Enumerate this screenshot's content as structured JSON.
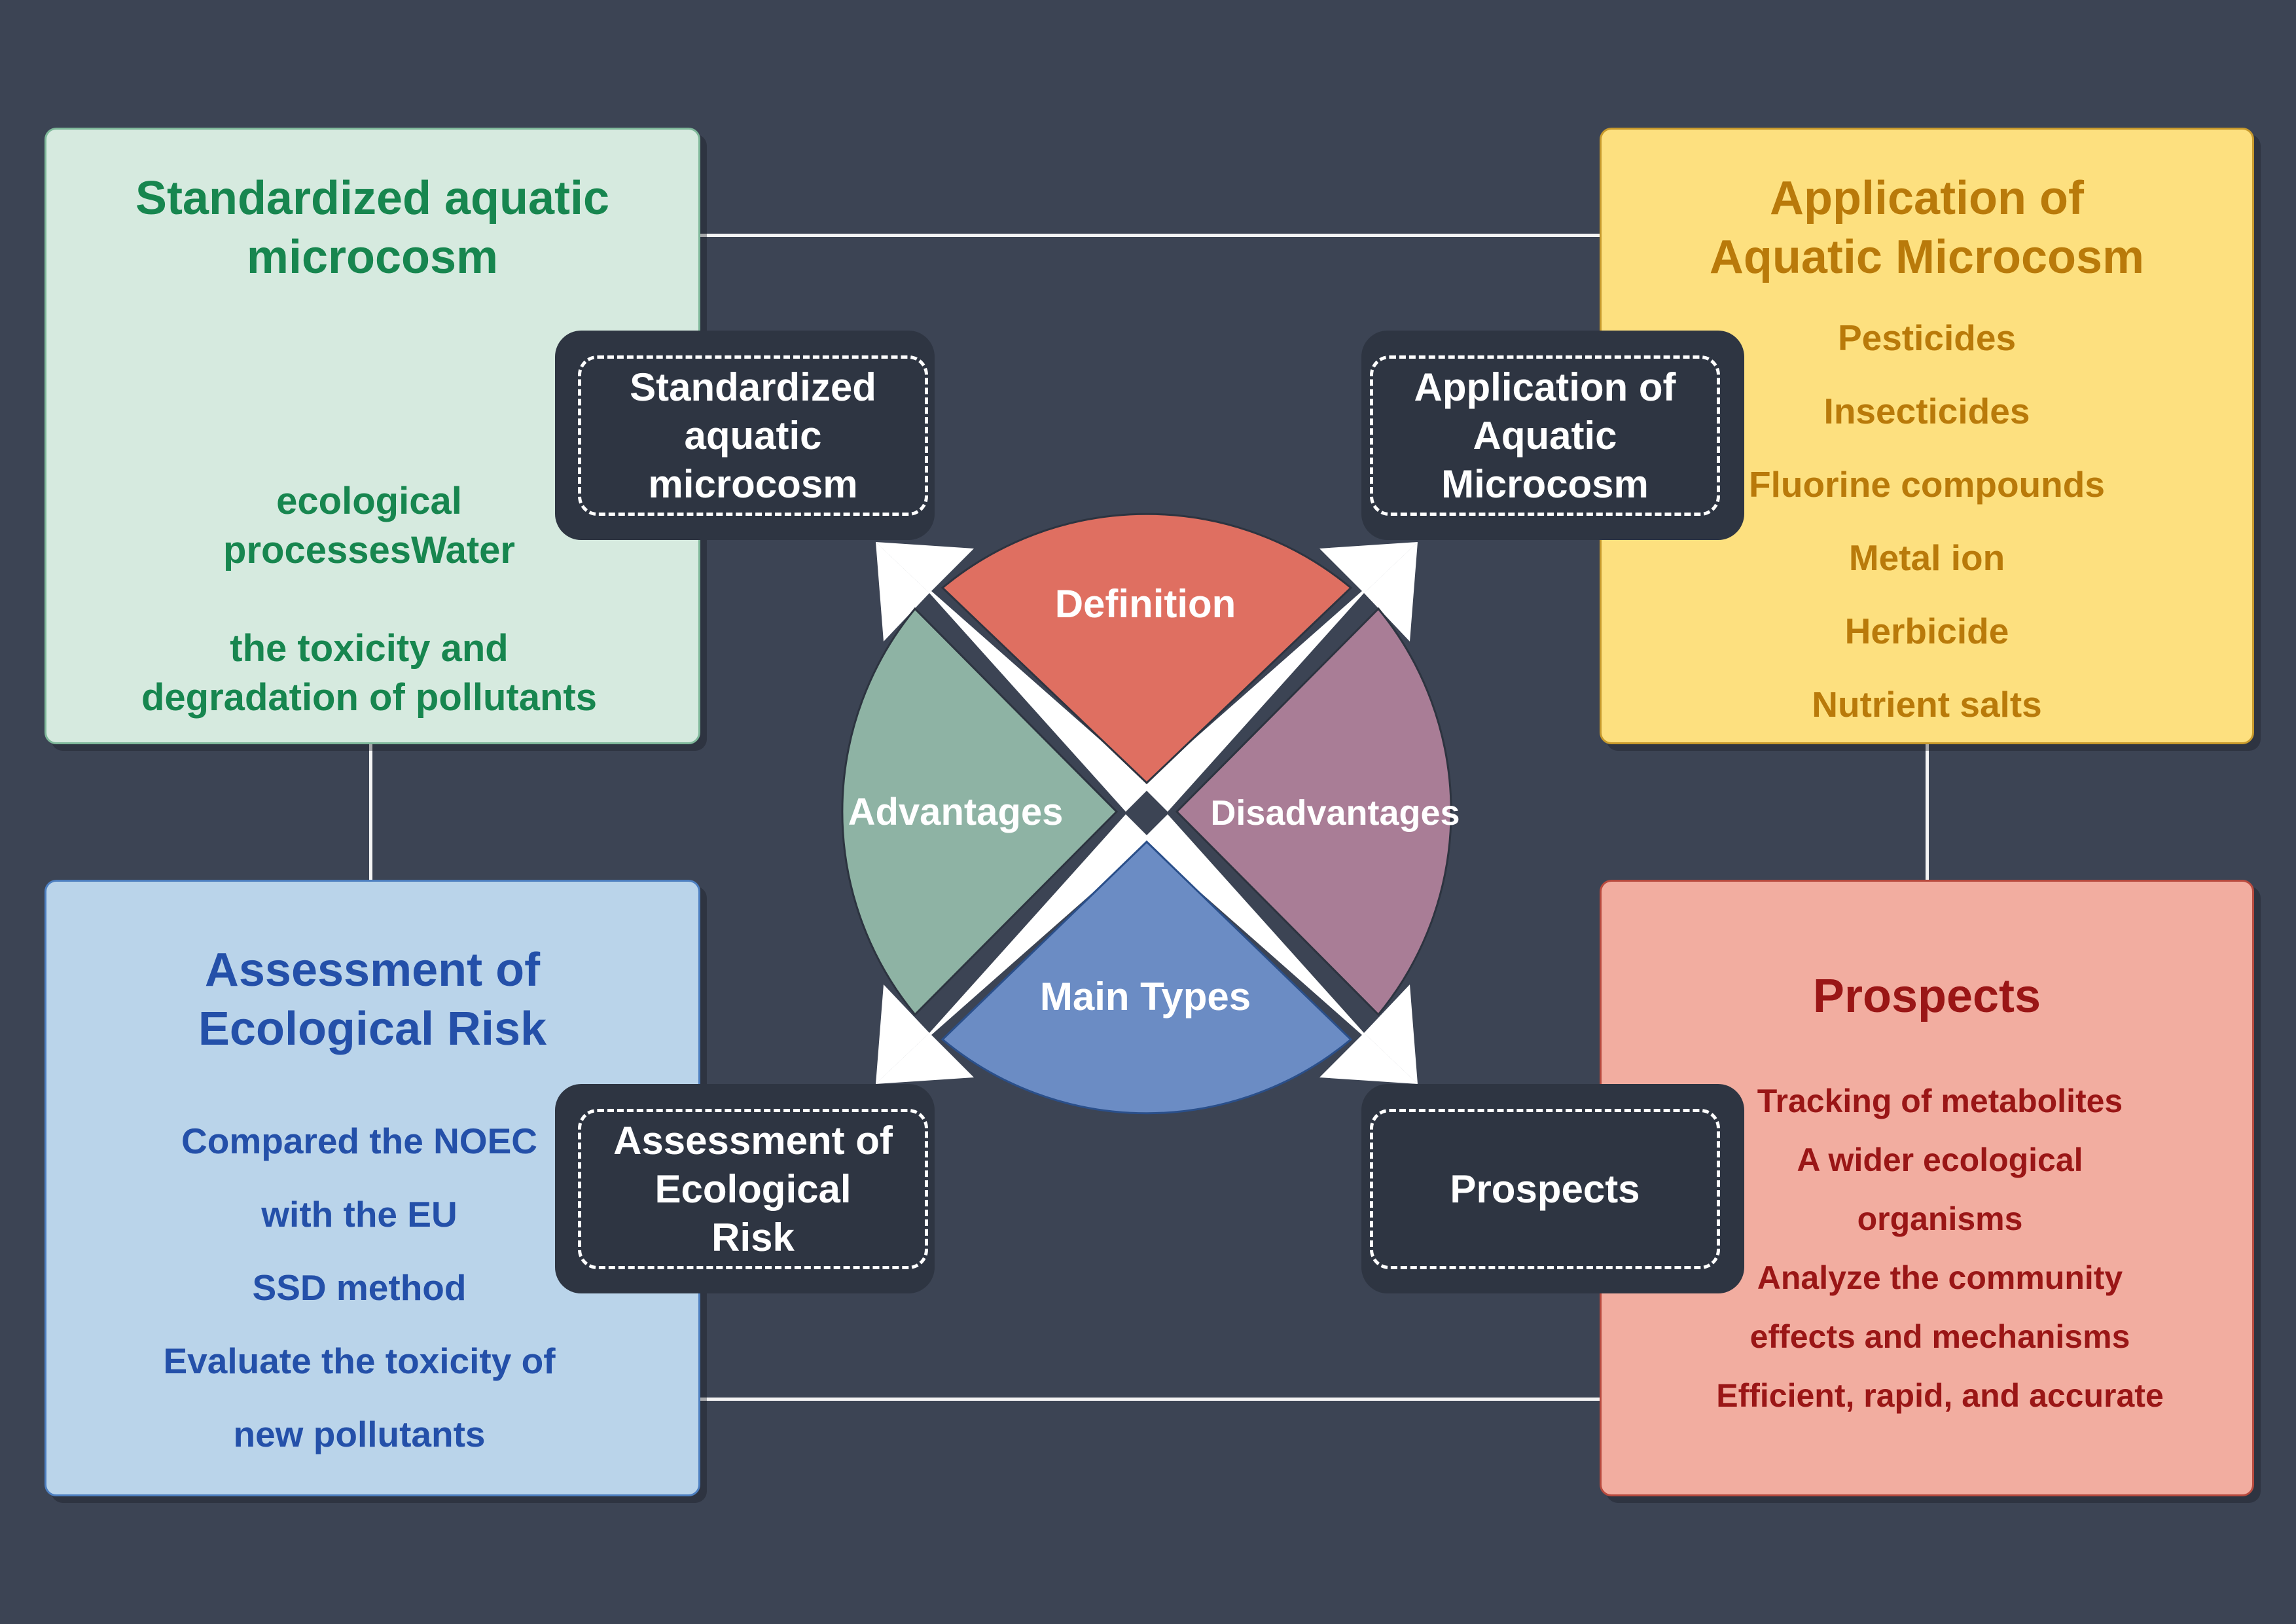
{
  "boxes": {
    "top_left": {
      "title_lines": [
        "Standardized aquatic",
        "microcosm"
      ],
      "items": [
        "ecological",
        "processesWater",
        "",
        "the toxicity and",
        "degradation of pollutants"
      ],
      "bg": "#d6eadf",
      "color": "#17864f"
    },
    "top_right": {
      "title_lines": [
        "Application of",
        "Aquatic Microcosm"
      ],
      "items": [
        "Pesticides",
        "Insecticides",
        "Fluorine compounds",
        "Metal ion",
        "Herbicide",
        "Nutrient salts"
      ],
      "bg": "#fde07f",
      "color": "#b97a0a"
    },
    "bottom_left": {
      "title_lines": [
        "Assessment of",
        "Ecological Risk"
      ],
      "items": [
        "Compared the NOEC",
        "with the EU",
        "SSD method",
        "Evaluate the toxicity of",
        "new pollutants"
      ],
      "bg": "#bad4ea",
      "color": "#2450a9"
    },
    "bottom_right": {
      "title_lines": [
        "Prospects"
      ],
      "items": [
        "Tracking of metabolites",
        "A wider ecological",
        "organisms",
        "Analyze the community",
        "effects and mechanisms",
        "Efficient, rapid, and accurate"
      ],
      "bg": "#f2ada0",
      "color": "#9a1616"
    }
  },
  "labels": {
    "top_left": [
      "Standardized",
      "aquatic",
      "microcosm"
    ],
    "top_right": [
      "Application of",
      "Aquatic",
      "Microcosm"
    ],
    "bottom_left": [
      "Assessment of",
      "Ecological",
      "Risk"
    ],
    "bottom_right": [
      "Prospects"
    ]
  },
  "segments": {
    "top": {
      "label": "Definition",
      "color": "#df6f61"
    },
    "left": {
      "label": "Advantages",
      "color": "#8eb3a4"
    },
    "right": {
      "label": "Disadvantages",
      "color": "#a97d96"
    },
    "bottom": {
      "label": "Main Types",
      "color": "#6b8cc4"
    }
  }
}
